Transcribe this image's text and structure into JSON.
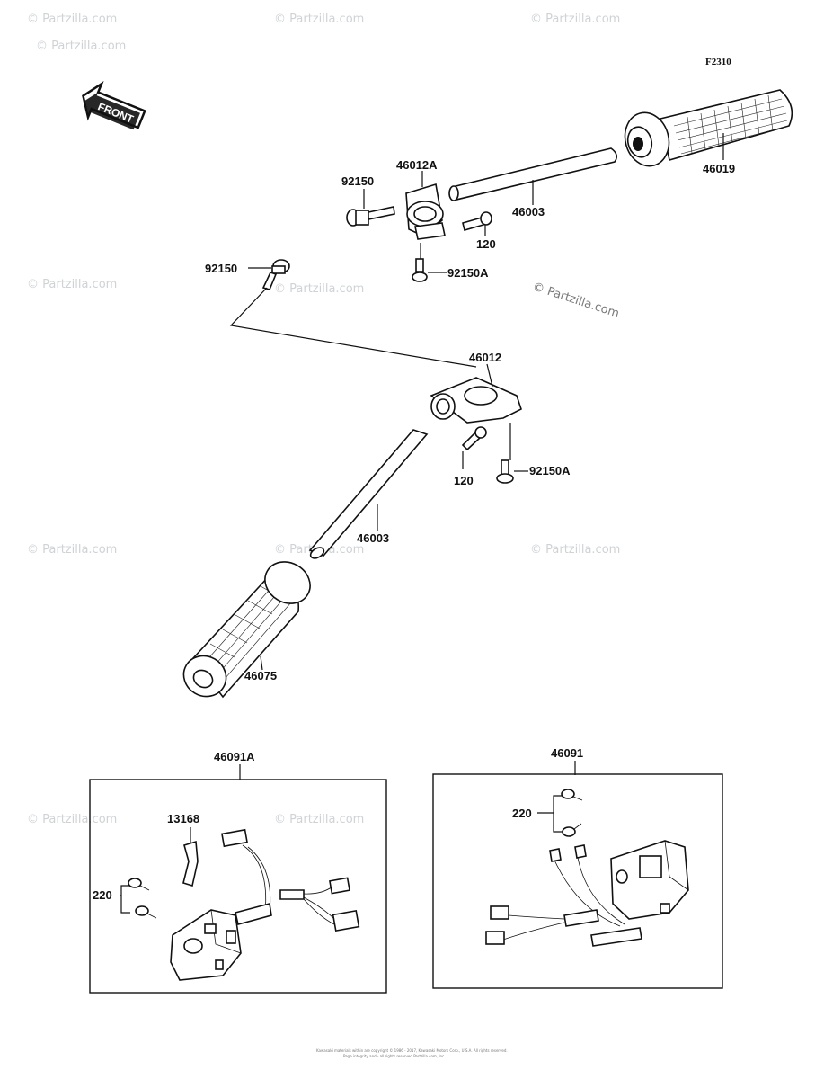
{
  "figure_code": "F2310",
  "front_arrow": {
    "label": "FRONT"
  },
  "watermark": {
    "text": "© Partzilla.com"
  },
  "parts": {
    "p46019": "46019",
    "p46003_top": "46003",
    "p46012A": "46012A",
    "p92150_top": "92150",
    "p120_top": "120",
    "p92150A_top": "92150A",
    "p92150_left": "92150",
    "p46012": "46012",
    "p120_mid": "120",
    "p92150A_mid": "92150A",
    "p46003_mid": "46003",
    "p46075": "46075"
  },
  "boxes": {
    "left": {
      "title": "46091A",
      "p13168": "13168",
      "p220": "220"
    },
    "right": {
      "title": "46091",
      "p220": "220"
    }
  },
  "footer": {
    "line1": "Kawasaki materials within are copyright © 1986 - 2017, Kawasaki Motors Corp., U.S.A. All rights reserved.",
    "line2": "Page integrity and - all rights reserved Partzilla.com, Inc."
  }
}
